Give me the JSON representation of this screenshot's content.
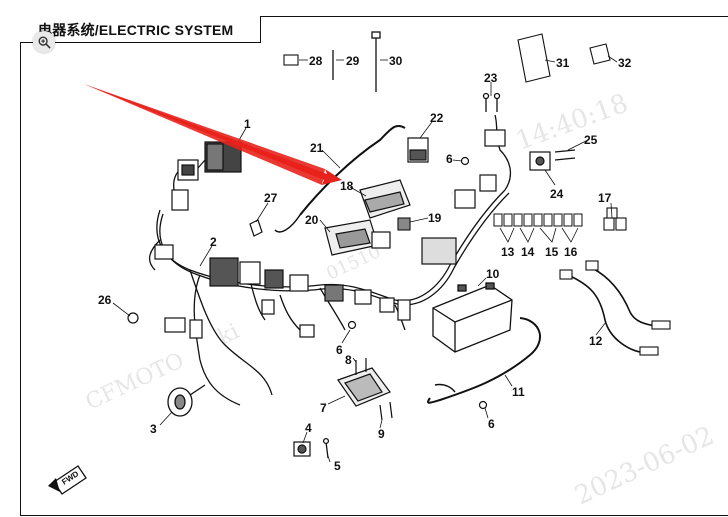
{
  "header": {
    "title": "电器系统/ELECTRIC SYSTEM"
  },
  "toolbar": {
    "zoom_icon": "zoom-in-icon"
  },
  "watermarks": {
    "brand": "CFMOTO",
    "time": "14:40:18",
    "date": "2023-06-02",
    "brand2": "ki",
    "misc": "2",
    "code": "01510"
  },
  "badge": {
    "fwd": "FWD"
  },
  "colors": {
    "arrow": "#e8221c",
    "line": "#111111",
    "watermark": "#e6e6e6"
  },
  "callouts": [
    "1",
    "2",
    "3",
    "4",
    "5",
    "6",
    "6",
    "6",
    "7",
    "8",
    "9",
    "10",
    "11",
    "12",
    "13",
    "14",
    "15",
    "16",
    "17",
    "18",
    "19",
    "20",
    "21",
    "22",
    "23",
    "24",
    "25",
    "26",
    "27",
    "28",
    "29",
    "30",
    "31",
    "32"
  ]
}
